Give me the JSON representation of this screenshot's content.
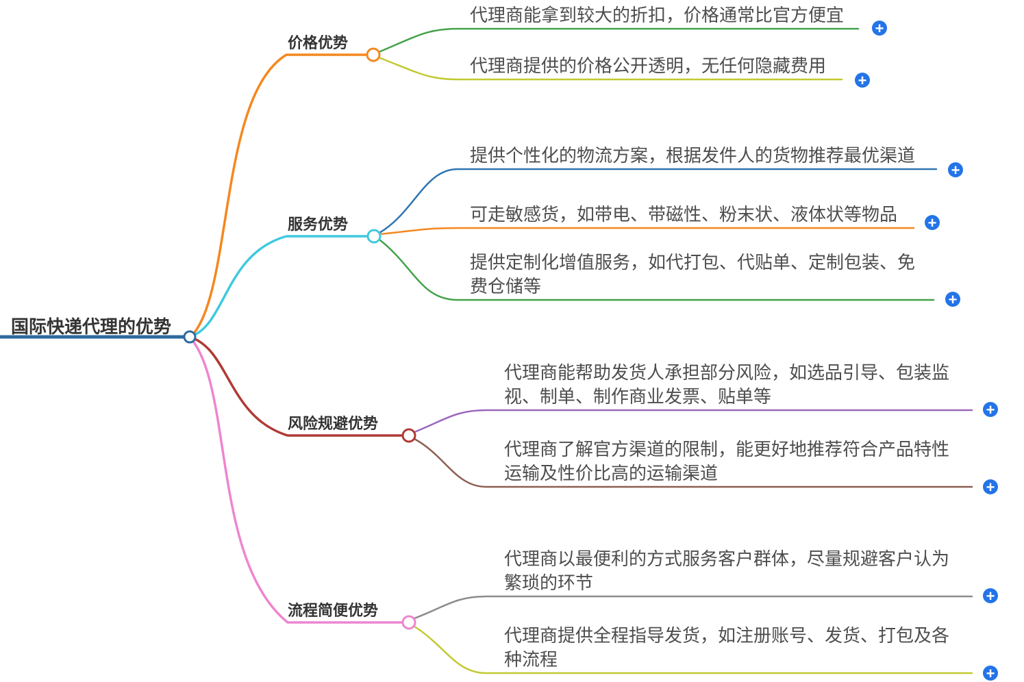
{
  "root": {
    "label": "国际快递代理的优势",
    "color": "#2d6a9f"
  },
  "branches": [
    {
      "label": "价格优势",
      "color": "#f5871f",
      "children": [
        {
          "text": "代理商能拿到较大的折扣，价格通常比官方便宜",
          "color": "#44a248"
        },
        {
          "text": "代理商提供的价格公开透明，无任何隐藏费用",
          "color": "#c2c92f"
        }
      ]
    },
    {
      "label": "服务优势",
      "color": "#3ec9e0",
      "children": [
        {
          "text": "提供个性化的物流方案，根据发件人的货物推荐最优渠道",
          "color": "#3176b2"
        },
        {
          "text": "可走敏感货，如带电、带磁性、粉末状、液体状等物品",
          "color": "#f5871f"
        },
        {
          "text": "提供定制化增值服务，如代打包、代贴单、定制包装、免费仓储等",
          "color": "#44a248"
        }
      ]
    },
    {
      "label": "风险规避优势",
      "color": "#b03a35",
      "children": [
        {
          "text": "代理商能帮助发货人承担部分风险，如选品引导、包装监视、制单、制作商业发票、贴单等",
          "color": "#9a68bd"
        },
        {
          "text": "代理商了解官方渠道的限制，能更好地推荐符合产品特性运输及性价比高的运输渠道",
          "color": "#8c5f53"
        }
      ]
    },
    {
      "label": "流程简便优势",
      "color": "#ee85d0",
      "children": [
        {
          "text": "代理商以最便利的方式服务客户群体，尽量规避客户认为繁琐的环节",
          "color": "#8c8c8c"
        },
        {
          "text": "代理商提供全程指导发货，如注册账号、发货、打包及各种流程",
          "color": "#c2c92f"
        }
      ]
    }
  ],
  "plus": {
    "color": "#2374e8",
    "glyph": "+"
  }
}
